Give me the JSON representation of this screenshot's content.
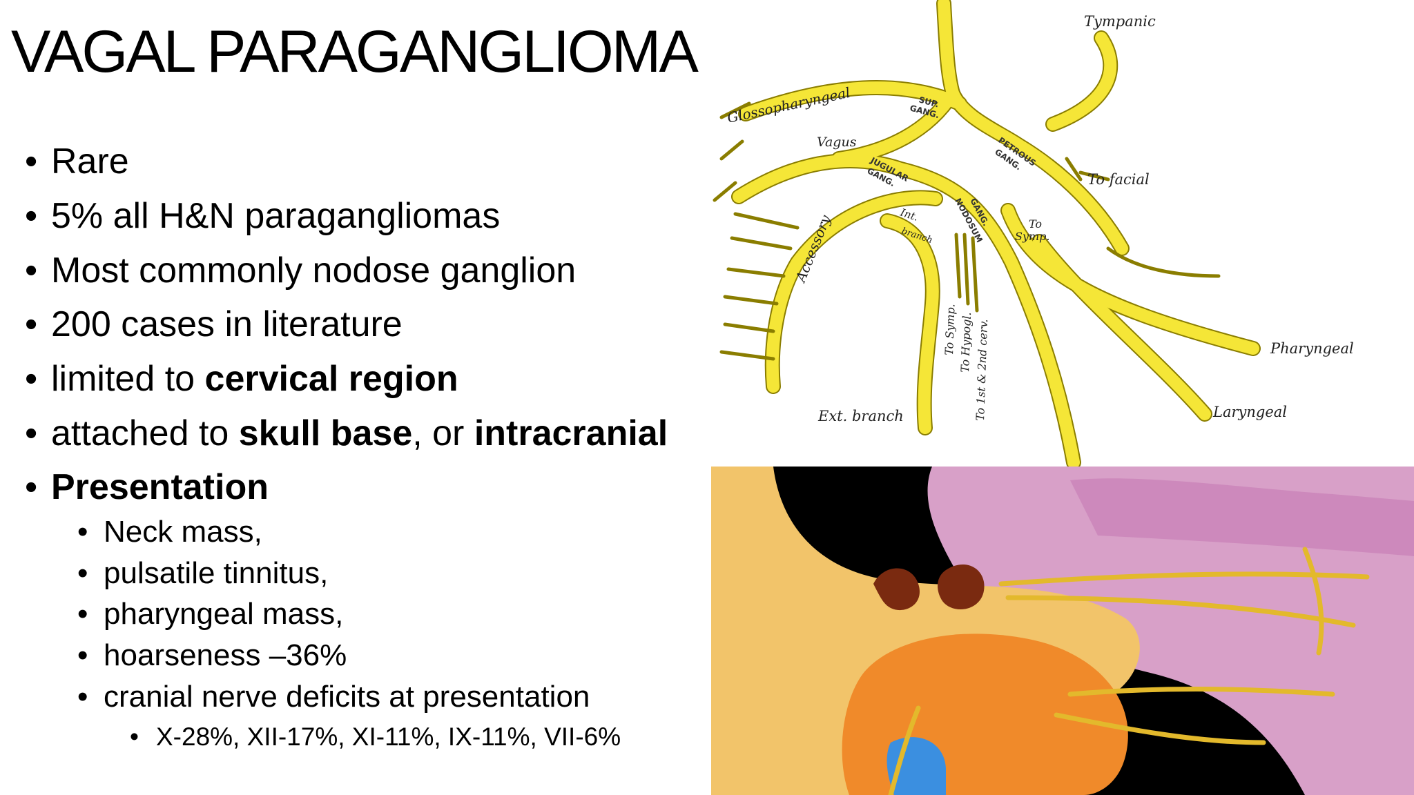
{
  "slide": {
    "title": "VAGAL PARAGANGLIOMA",
    "bullets": {
      "b1": "Rare",
      "b2": "5% all H&N paragangliomas",
      "b3": "Most commonly nodose ganglion",
      "b4": "200 cases in literature",
      "b5": {
        "pre": "limited to ",
        "bold": "cervical region"
      },
      "b6": {
        "pre": "attached to ",
        "bold1": "skull base",
        "mid": ", or ",
        "bold2": "intracranial"
      },
      "b7": "Presentation",
      "sub": {
        "s1": "Neck mass,",
        "s2": "pulsatile tinnitus,",
        "s3": "pharyngeal mass,",
        "s4": "hoarseness –36%",
        "s5": "cranial nerve deficits at presentation",
        "s5_sub": "X-28%, XII-17%, XI-11%, IX-11%, VII-6%"
      }
    },
    "bullet_glyph": "•"
  },
  "diagram": {
    "labels": {
      "tympanic": "Tympanic",
      "glossopharyngeal": "Glossopharyngeal",
      "sup_gang_1": "SUP.",
      "sup_gang_2": "GANG.",
      "vagus": "Vagus",
      "jugular_1": "JUGULAR",
      "jugular_2": "GANG.",
      "petrous_1": "PETROUS",
      "petrous_2": "GANG.",
      "to_facial": "To facial",
      "accessory": "Accessory",
      "int": "Int.",
      "branch": "branch",
      "nodosum_1": "GANG.",
      "nodosum_2": "NODOSUM",
      "to_symp_1": "To",
      "to_symp_2": "Symp.",
      "to_symp_v": "To Symp.",
      "to_hypogl": "To Hypogl.",
      "to_cerv": "To 1st & 2nd cerv.",
      "pharyngeal": "Pharyngeal",
      "laryngeal": "Laryngeal",
      "ext_branch": "Ext. branch"
    },
    "nerve_color": "#f5e637",
    "outline_color": "#8a7d00"
  },
  "colors": {
    "bone": "#f2c46a",
    "tissue": "#f08a2a",
    "muscle": "#d8a0c8",
    "vessel": "#3b8fe0",
    "background_dark": "#000000"
  }
}
